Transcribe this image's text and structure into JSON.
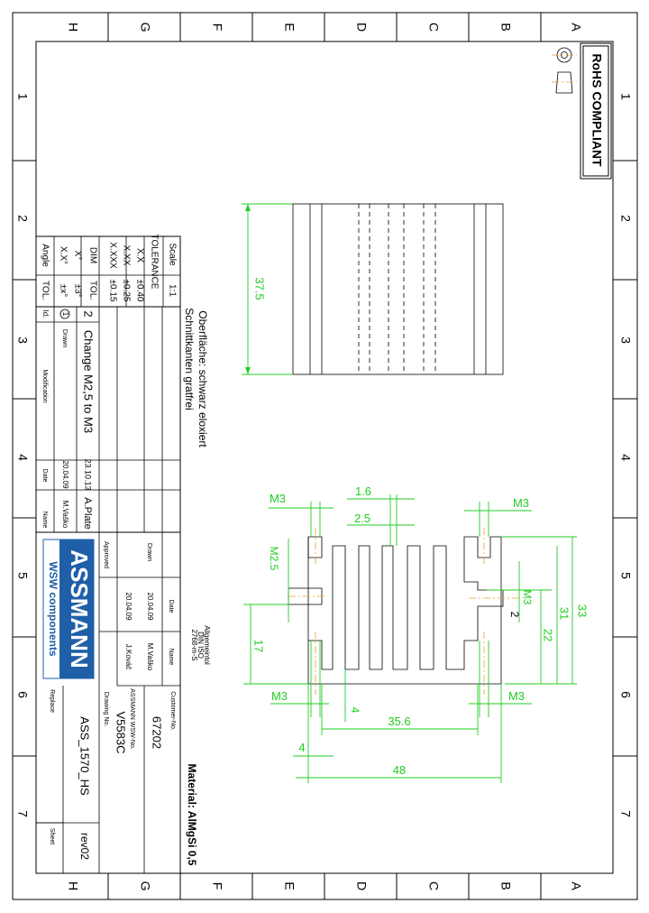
{
  "grid": {
    "letters": [
      "H",
      "G",
      "F",
      "E",
      "D",
      "C",
      "B",
      "A"
    ],
    "numbers": [
      "1",
      "2",
      "3",
      "4",
      "5",
      "6",
      "7"
    ]
  },
  "rohs": "RoHS COMPLIANT",
  "notes": {
    "surface": "Oberfläche: schwarz eloxiert",
    "edges": "Schnittkanten gratfrei",
    "material": "Material: AlMgSi 0,5",
    "general_tol_title": "Allgemeintol",
    "general_tol_std": "DIN ISO",
    "general_tol_class": "2768-m-S"
  },
  "tolerance_table": {
    "scale_label": "Scale",
    "scale_value": "1:1",
    "tolerance_label": "TOLERANCE",
    "rows": [
      {
        "dim": "X.X",
        "tol": "±0.40"
      },
      {
        "dim": "X.XX",
        "tol": "±0.25"
      },
      {
        "dim": "X.XXX",
        "tol": "±0.15"
      },
      {
        "dim": "DIM",
        "tol": "TOL."
      },
      {
        "dim": "X°",
        "tol": "±3°"
      },
      {
        "dim": "X.X°",
        "tol": "±x°"
      },
      {
        "dim": "Angle",
        "tol": "TOL."
      }
    ]
  },
  "revision": {
    "id_label": "Id.",
    "id_marker": "1",
    "drawn_label": "Drawn",
    "modification_label": "Modification",
    "date_label": "Date",
    "name_label": "Name",
    "entry_index": "2",
    "entry_text": "Change M2,5 to M3",
    "entry_date": "23.10.13",
    "entry_name": "A.Plate",
    "drawn_date": "20.04.09",
    "drawn_name": "M.Vaško"
  },
  "title_block": {
    "drawn_label": "Drawn",
    "approved_label": "Approved",
    "date_label": "Date",
    "name_label": "Name",
    "drawn_date": "20.04.09",
    "drawn_name": "M.Vaško",
    "approved_date": "20.04.09",
    "approved_name": "J.Kováč",
    "customer_no_label": "Customer-No.",
    "customer_no": "67202",
    "assmann_no_label": "ASSMANN WSW-No.",
    "assmann_no": "V5583C",
    "drawing_no_label": "Drawing No.",
    "drawing_no": "ASS_1570_HS",
    "revision": "rev02",
    "replace_label": "Replace",
    "sheet_label": "Sheet",
    "logo_main": "ASSMANN",
    "logo_sub": "WSW components"
  },
  "dimensions": {
    "side_height": "37.5",
    "fin_width": "1.6",
    "fin_gap": "2.5",
    "slot_top_left": "M3",
    "slot_top_right": "M3",
    "slot_left": "M2.5",
    "slot_right": "M3",
    "slot_right_depth": "2",
    "h22": "22",
    "h31": "31",
    "h33": "33",
    "h17": "17",
    "slot_bottom_left": "M3",
    "slot_bottom_right": "M3",
    "small_4": "4",
    "w35_6": "35.6",
    "edge_4": "4",
    "w48": "48"
  }
}
